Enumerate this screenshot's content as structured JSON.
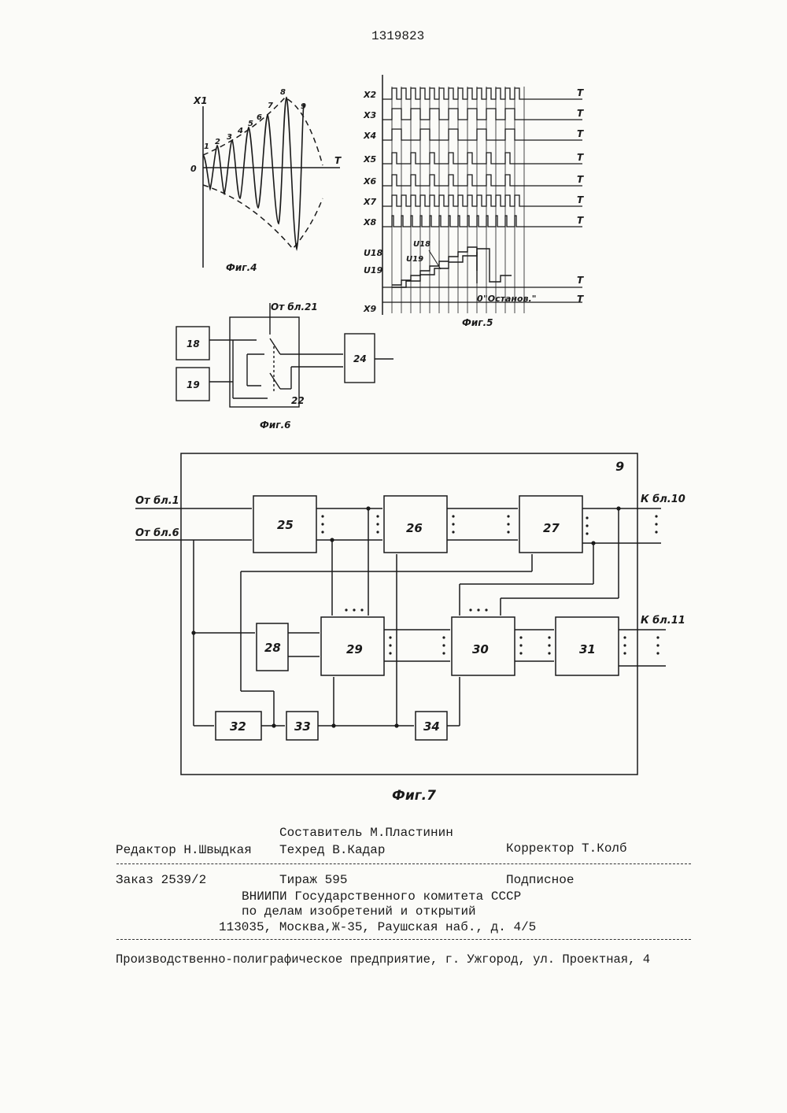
{
  "page_number": "1319823",
  "fig4": {
    "caption": "Фиг.4",
    "y_axis": "X1",
    "x_axis": "T",
    "origin": "0",
    "peak_labels": [
      "1",
      "2",
      "3",
      "4",
      "5",
      "6",
      "7",
      "8",
      "9"
    ]
  },
  "fig5": {
    "caption": "Фиг.5",
    "signals": [
      "X2",
      "X3",
      "X4",
      "X5",
      "X6",
      "X7",
      "X8"
    ],
    "time_label": "T",
    "u18": "U18",
    "u19": "U19",
    "x9": "X9",
    "stop_label": "\"Останов.\"",
    "zero_mark": "0"
  },
  "fig6": {
    "caption": "Фиг.6",
    "source_label": "От бл.21",
    "blocks": {
      "b18": "18",
      "b19": "19",
      "b24": "24"
    },
    "switch_label": "22"
  },
  "fig7": {
    "caption": "Фиг.7",
    "frame_label": "9",
    "inputs": [
      "От бл.1",
      "От бл.6"
    ],
    "outputs": [
      "К бл.10",
      "К бл.11"
    ],
    "blocks": {
      "b25": "25",
      "b26": "26",
      "b27": "27",
      "b28": "28",
      "b29": "29",
      "b30": "30",
      "b31": "31",
      "b32": "32",
      "b33": "33",
      "b34": "34"
    }
  },
  "colophon": {
    "compiler": "Составитель М.Пластинин",
    "editor": "Редактор Н.Швыдкая",
    "techred": "Техред В.Кадар",
    "corrector": "Корректор Т.Колб",
    "order": "Заказ 2539/2",
    "print_run": "Тираж 595",
    "subscription": "Подписное",
    "org1": "ВНИИПИ Государственного комитета СССР",
    "org2": "по делам изобретений и открытий",
    "address": "113035, Москва,Ж-35, Раушская наб., д. 4/5",
    "printer": "Производственно-полиграфическое предприятие, г. Ужгород, ул. Проектная, 4"
  }
}
